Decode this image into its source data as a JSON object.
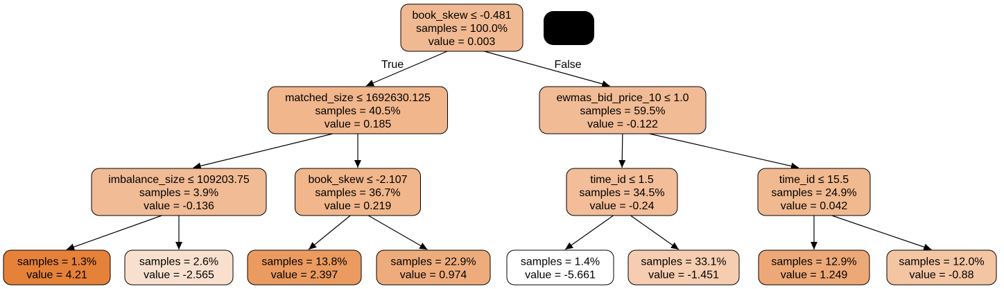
{
  "edge_labels": {
    "true": "True",
    "false": "False"
  },
  "nodes": [
    {
      "id": "root",
      "lines": [
        "book_skew ≤ -0.481",
        "samples = 100.0%",
        "value = 0.003"
      ],
      "fill": "#f1b991"
    },
    {
      "id": "n1",
      "lines": [
        "matched_size ≤ 1692630.125",
        "samples = 40.5%",
        "value = 0.185"
      ],
      "fill": "#f1b68c"
    },
    {
      "id": "n2",
      "lines": [
        "ewmas_bid_price_10 ≤ 1.0",
        "samples = 59.5%",
        "value = -0.122"
      ],
      "fill": "#f1bb95"
    },
    {
      "id": "n3",
      "lines": [
        "imbalance_size ≤ 109203.75",
        "samples = 3.9%",
        "value = -0.136"
      ],
      "fill": "#f1bb95"
    },
    {
      "id": "n4",
      "lines": [
        "book_skew ≤ -2.107",
        "samples = 36.7%",
        "value = 0.219"
      ],
      "fill": "#f1b68b"
    },
    {
      "id": "n5",
      "lines": [
        "time_id ≤ 1.5",
        "samples = 34.5%",
        "value = -0.24"
      ],
      "fill": "#f2bd98"
    },
    {
      "id": "n6",
      "lines": [
        "time_id ≤ 15.5",
        "samples = 24.9%",
        "value = 0.042"
      ],
      "fill": "#f1b990"
    },
    {
      "id": "leaf1",
      "lines": [
        "samples = 1.3%",
        "value = 4.21"
      ],
      "fill": "#e58139"
    },
    {
      "id": "leaf2",
      "lines": [
        "samples = 2.6%",
        "value = -2.565"
      ],
      "fill": "#f9e0ce"
    },
    {
      "id": "leaf3",
      "lines": [
        "samples = 13.8%",
        "value = 2.397"
      ],
      "fill": "#eb9a60"
    },
    {
      "id": "leaf4",
      "lines": [
        "samples = 22.9%",
        "value = 0.974"
      ],
      "fill": "#eeac7d"
    },
    {
      "id": "leaf5",
      "lines": [
        "samples = 1.4%",
        "value = -5.661"
      ],
      "fill": "#ffffff"
    },
    {
      "id": "leaf6",
      "lines": [
        "samples = 33.1%",
        "value = -1.451"
      ],
      "fill": "#f6cdb0"
    },
    {
      "id": "leaf7",
      "lines": [
        "samples = 12.9%",
        "value = 1.249"
      ],
      "fill": "#eda877"
    },
    {
      "id": "leaf8",
      "lines": [
        "samples = 12.0%",
        "value = -0.88"
      ],
      "fill": "#f4c5a3"
    }
  ],
  "edges": [
    {
      "from": "root",
      "to": "n1",
      "label": "true"
    },
    {
      "from": "root",
      "to": "n2",
      "label": "false"
    },
    {
      "from": "n1",
      "to": "n3"
    },
    {
      "from": "n1",
      "to": "n4"
    },
    {
      "from": "n2",
      "to": "n5"
    },
    {
      "from": "n2",
      "to": "n6"
    },
    {
      "from": "n3",
      "to": "leaf1"
    },
    {
      "from": "n3",
      "to": "leaf2"
    },
    {
      "from": "n4",
      "to": "leaf3"
    },
    {
      "from": "n4",
      "to": "leaf4"
    },
    {
      "from": "n5",
      "to": "leaf5"
    },
    {
      "from": "n5",
      "to": "leaf6"
    },
    {
      "from": "n6",
      "to": "leaf7"
    },
    {
      "from": "n6",
      "to": "leaf8"
    }
  ]
}
